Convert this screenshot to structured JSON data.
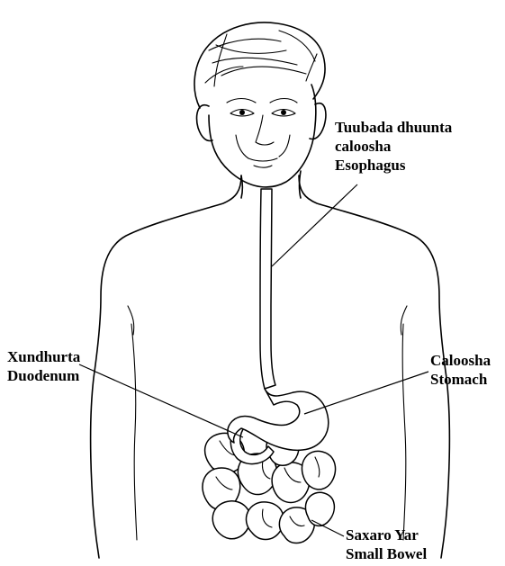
{
  "labels": {
    "esophagus": {
      "so": "Tuubada dhuunta caloosha",
      "so_line1": "Tuubada dhuunta",
      "so_line2": "caloosha",
      "en": "Esophagus"
    },
    "duodenum": {
      "so": "Xundhurta",
      "en": "Duodenum"
    },
    "stomach": {
      "so": "Caloosha",
      "en": "Stomach"
    },
    "small_bowel": {
      "so": "Saxaro Yar",
      "en": "Small Bowel"
    }
  },
  "colors": {
    "line": "#000000",
    "background": "#ffffff"
  }
}
